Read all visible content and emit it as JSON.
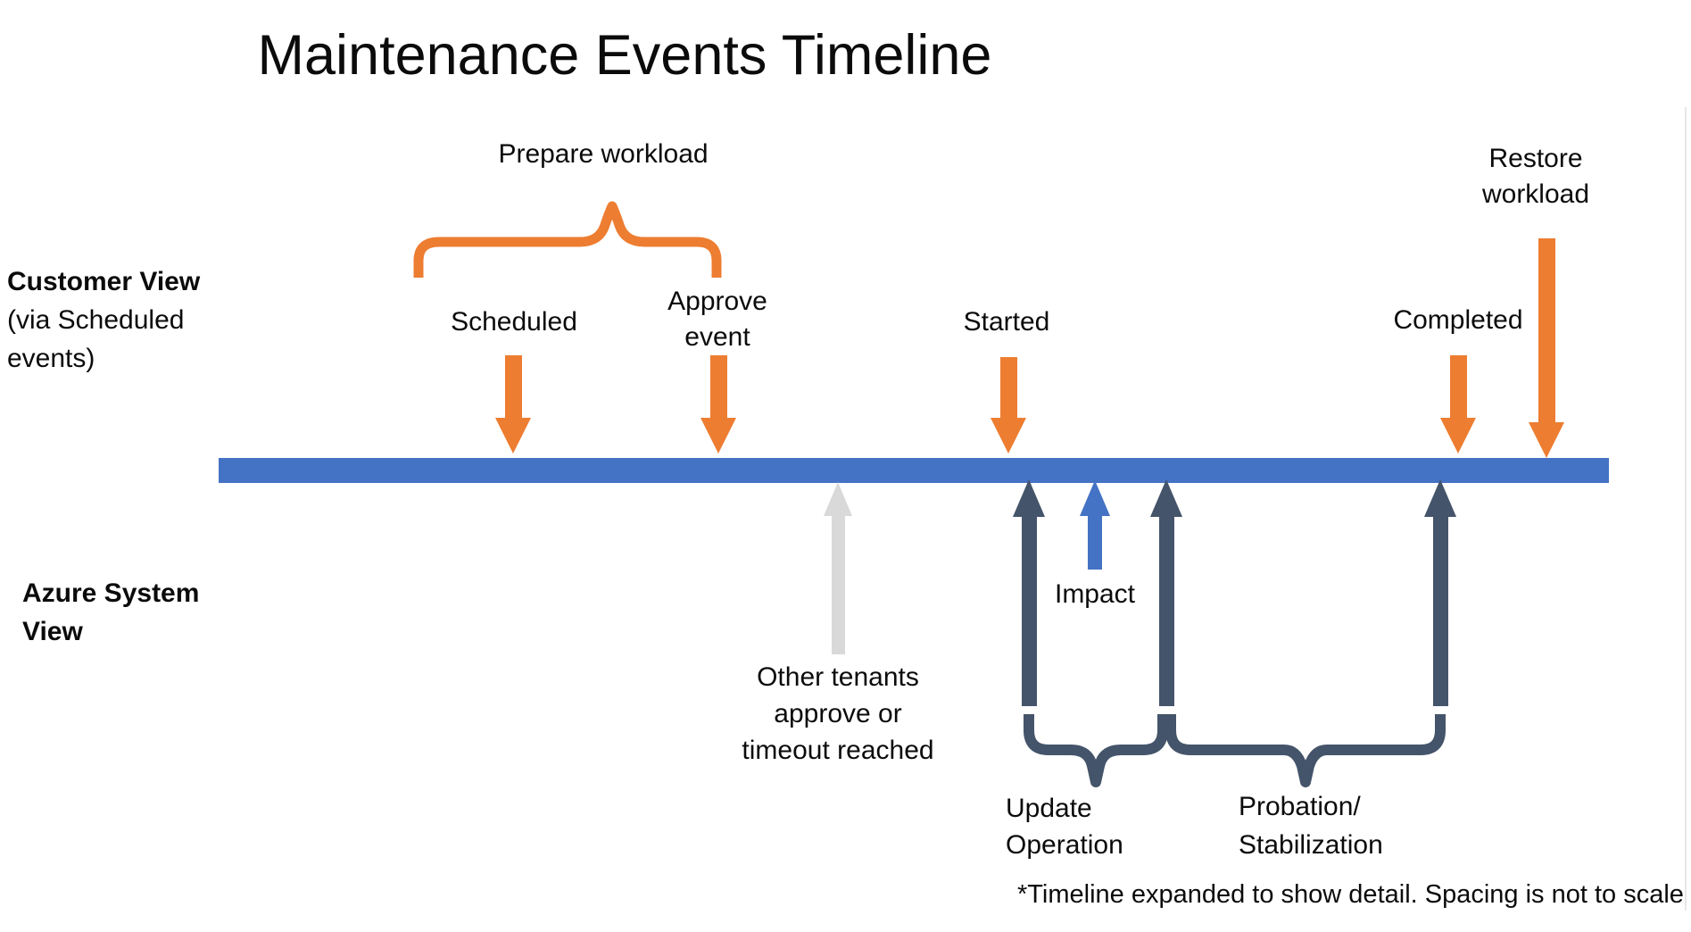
{
  "title": "Maintenance Events Timeline",
  "labels": {
    "customer_view": [
      "Customer View",
      "(via Scheduled",
      "events)"
    ],
    "azure_system_view": [
      "Azure System",
      "View"
    ],
    "prepare_workload": "Prepare workload",
    "scheduled": "Scheduled",
    "approve_event": [
      "Approve",
      "event"
    ],
    "started": "Started",
    "completed": "Completed",
    "restore_workload": [
      "Restore",
      "workload"
    ],
    "impact": "Impact",
    "other_tenants": [
      "Other tenants",
      "approve or",
      "timeout reached"
    ],
    "update_operation": [
      "Update",
      "Operation"
    ],
    "probation_stabilization": [
      "Probation/",
      "Stabilization"
    ],
    "footnote": "*Timeline expanded to show detail. Spacing is not to scale"
  },
  "colors": {
    "orange": "#ED7D31",
    "timeline_blue": "#4472C4",
    "impact_blue": "#4472C4",
    "navy": "#44546A",
    "gray": "#D9D9D9"
  }
}
